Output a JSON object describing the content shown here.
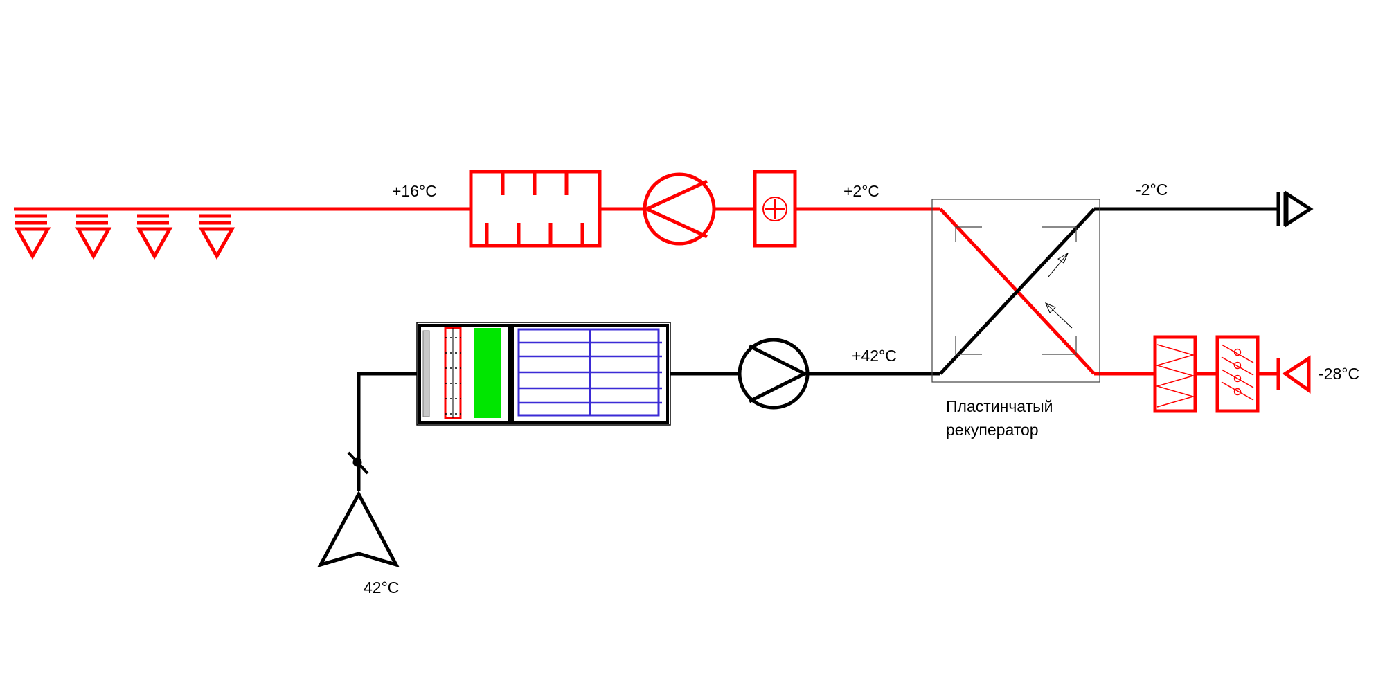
{
  "labels": {
    "supply_room": "+16°C",
    "after_recuperator_supply": "+2°C",
    "exhaust_out": "-2°C",
    "outdoor_in": "-28°C",
    "exhaust_before_recuperator": "+42°C",
    "exhaust_intake": "42°C"
  },
  "recuperator": {
    "line1": "Пластинчатый",
    "line2": "рекуператор"
  },
  "colors": {
    "supply_line": "#ff0000",
    "exhaust_line": "#000000",
    "filter_green": "#00e600",
    "coil_blue": "#3b2bd6",
    "frame_grey": "#7a7a7a"
  }
}
